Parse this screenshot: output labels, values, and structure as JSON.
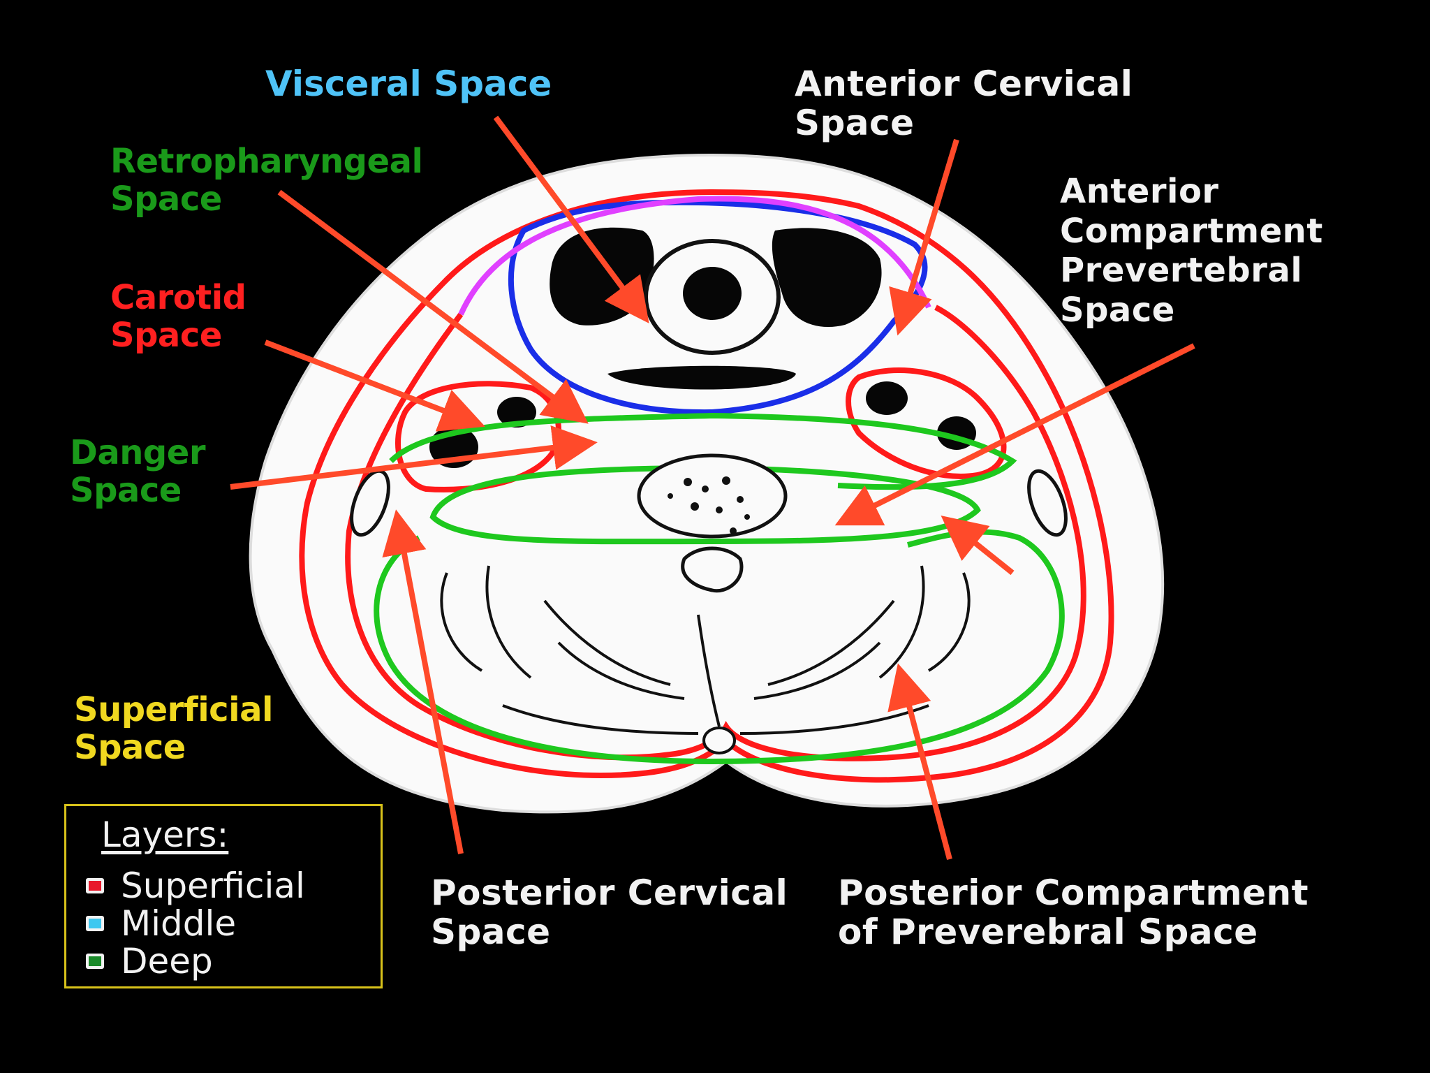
{
  "labels": {
    "visceral": "Visceral Space",
    "anterior_cervical": "Anterior Cervical\nSpace",
    "retropharyngeal": "Retropharyngeal\nSpace",
    "anterior_compartment": "Anterior\nCompartment\nPrevertebral\nSpace",
    "carotid": "Carotid\nSpace",
    "danger": "Danger\nSpace",
    "superficial": "Superficial\nSpace",
    "posterior_cervical": "Posterior Cervical\nSpace",
    "posterior_compartment": "Posterior Compartment\nof Preverebral Space"
  },
  "legend": {
    "title": "Layers:",
    "items": [
      {
        "label": "Superficial",
        "color": "#e8192c"
      },
      {
        "label": "Middle",
        "color": "#3fc8f0"
      },
      {
        "label": "Deep",
        "color": "#1a8a2a"
      }
    ]
  },
  "colors": {
    "background": "#000000",
    "superficial_layer": "#ff1a1a",
    "middle_layer": "#1a2ee8",
    "deep_layer": "#1ec81e",
    "visceral_label": "#4fc3f7",
    "retropharyngeal_label": "#1a9a1a",
    "carotid_label": "#ff2020",
    "danger_label": "#1a9a1a",
    "superficial_label": "#f0d820",
    "arrow": "#ff4a2a",
    "pretracheal_fascia": "#e040ff"
  }
}
